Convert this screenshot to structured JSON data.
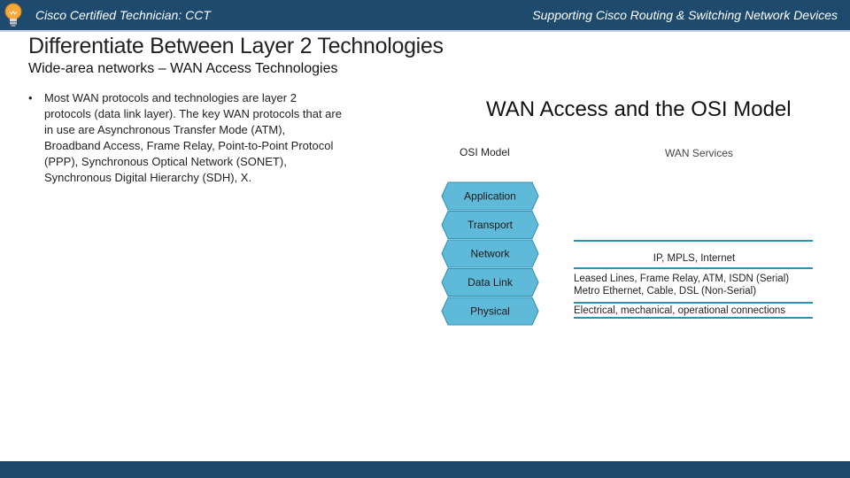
{
  "header": {
    "left_title": "Cisco Certified Technician: CCT",
    "right_title": "Supporting Cisco Routing & Switching Network Devices",
    "logo_icon": "lightbulb-icon",
    "bar_color": "#1e4a6e"
  },
  "slide": {
    "title": "Differentiate Between Layer 2 Technologies",
    "subtitle": "Wide-area networks – WAN Access Technologies",
    "bullet": "Most WAN protocols and technologies are layer 2 protocols (data link layer). The key WAN protocols that are in use are Asynchronous Transfer Mode (ATM), Broadband Access, Frame Relay, Point-to-Point Protocol (PPP), Synchronous Optical Network (SONET), Synchronous Digital Hierarchy (SDH), X."
  },
  "figure": {
    "title": "WAN Access and the OSI Model",
    "osi_heading": "OSI Model",
    "wan_heading": "WAN Services",
    "layers": [
      "Application",
      "Transport",
      "Network",
      "Data Link",
      "Physical"
    ],
    "services": [
      "IP, MPLS, Internet",
      "Leased Lines, Frame Relay, ATM, ISDN (Serial)",
      "Metro Ethernet, Cable, DSL (Non-Serial)",
      "Electrical, mechanical, operational connections"
    ],
    "layer_fill": "#5fb9d8",
    "layer_stroke": "#2c8fb4",
    "rule_color": "#2c8fb4"
  }
}
